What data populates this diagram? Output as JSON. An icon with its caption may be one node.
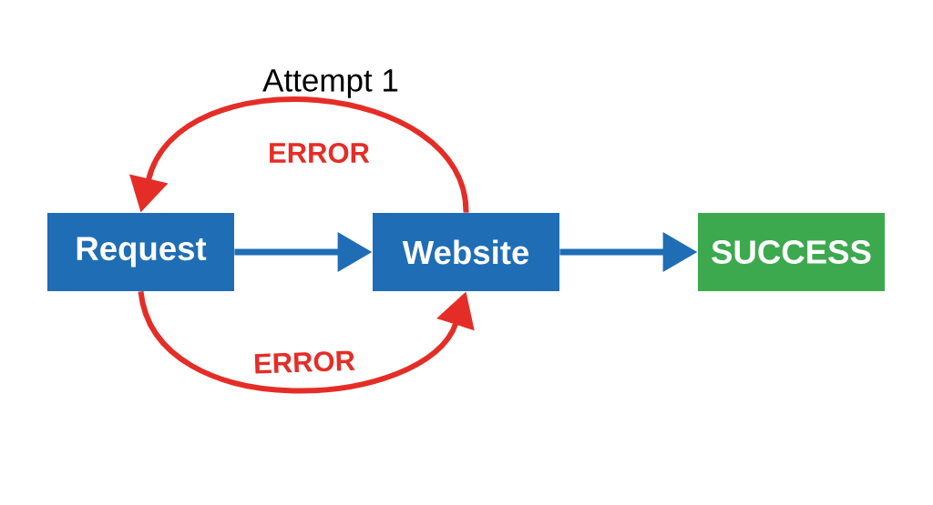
{
  "diagram": {
    "nodes": [
      {
        "text": [
          "Request"
        ]
      },
      {
        "text": [
          "Website"
        ]
      },
      {
        "text": [
          "SUCCESS"
        ]
      }
    ],
    "edges": [
      {
        "from": 0,
        "to": 1,
        "arrow": "to",
        "color": "#1f6db5"
      },
      {
        "from": 1,
        "to": 2,
        "arrow": "to",
        "color": "#1f6db5"
      },
      {
        "from": 1,
        "to": 0,
        "arrow": "to",
        "label": "ERROR",
        "color": "#e52d27"
      },
      {
        "from": 0,
        "to": 1,
        "arrow": "to",
        "label": "ERROR",
        "color": "#e52d27"
      }
    ],
    "labels": [
      "Attempt 1"
    ]
  }
}
